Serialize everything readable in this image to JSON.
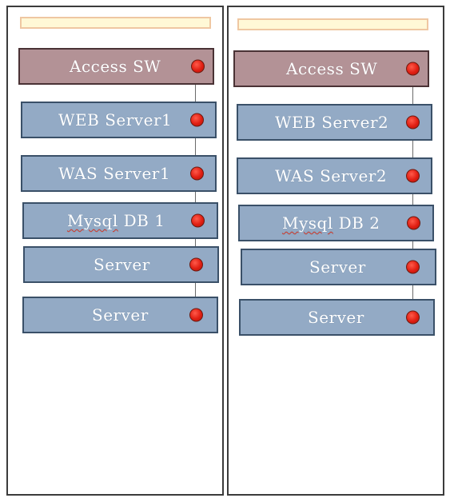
{
  "racks": [
    {
      "label": "",
      "switch": "Access SW",
      "devices": [
        {
          "prefix": "",
          "spell": "",
          "text": "WEB Server1"
        },
        {
          "prefix": "",
          "spell": "",
          "text": "WAS Server1"
        },
        {
          "prefix": "",
          "spell": "Mysql",
          "text": " DB 1"
        },
        {
          "prefix": "",
          "spell": "",
          "text": "Server"
        },
        {
          "prefix": "",
          "spell": "",
          "text": "Server"
        }
      ]
    },
    {
      "label": "",
      "switch": "Access SW",
      "devices": [
        {
          "prefix": "",
          "spell": "",
          "text": "WEB Server2"
        },
        {
          "prefix": "",
          "spell": "",
          "text": "WAS Server2"
        },
        {
          "prefix": "",
          "spell": "Mysql",
          "text": " DB 2"
        },
        {
          "prefix": "",
          "spell": "",
          "text": "Server"
        },
        {
          "prefix": "",
          "spell": "",
          "text": "Server"
        }
      ]
    }
  ],
  "colors": {
    "switch_fill": "#b39296",
    "server_fill": "#93aac5",
    "status_led": "#e01e12",
    "rack_label_fill": "#fff8d6"
  },
  "icons": {
    "status_led": "red-status-led-icon"
  }
}
